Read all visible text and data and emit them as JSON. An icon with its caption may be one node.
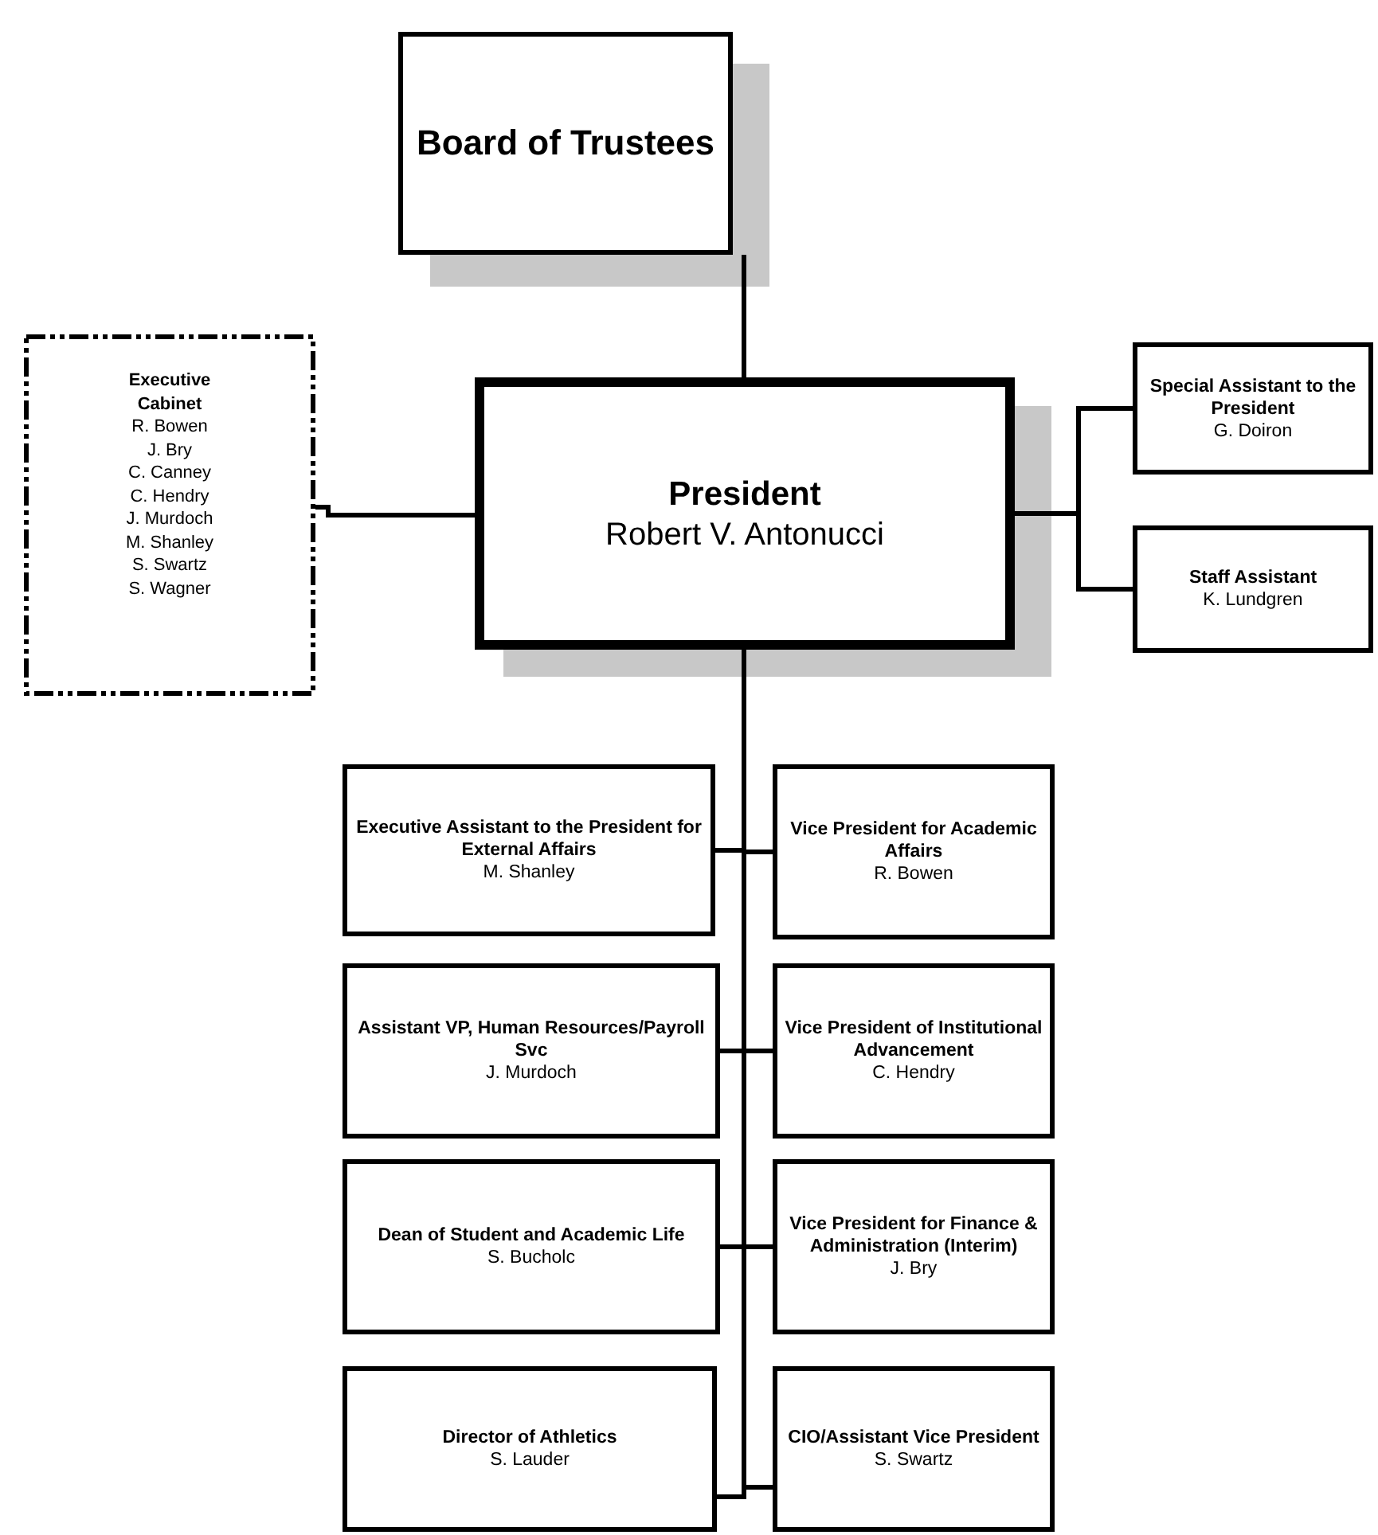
{
  "diagram": {
    "nodes": [
      {
        "text": [
          "Board of Trustees"
        ]
      },
      {
        "text": [
          "President",
          "Robert V. Antonucci"
        ]
      },
      {
        "text": [
          "Executive Cabinet",
          "R. Bowen",
          "J. Bry",
          "C. Canney",
          "C. Hendry",
          "J. Murdoch",
          "M. Shanley",
          "S. Swartz",
          "S. Wagner"
        ]
      },
      {
        "text": [
          "Special Assistant to the President",
          "G. Doiron"
        ]
      },
      {
        "text": [
          "Staff Assistant",
          "K. Lundgren"
        ]
      },
      {
        "text": [
          "Executive Assistant to the President for External Affairs",
          "M. Shanley"
        ]
      },
      {
        "text": [
          "Vice President for Academic Affairs",
          "R. Bowen"
        ]
      },
      {
        "text": [
          "Assistant VP, Human Resources/Payroll Svc",
          "J. Murdoch"
        ]
      },
      {
        "text": [
          "Vice President of Institutional Advancement",
          "C. Hendry"
        ]
      },
      {
        "text": [
          "Dean of Student and Academic Life",
          "S. Bucholc"
        ]
      },
      {
        "text": [
          "Vice President for Finance & Administration (Interim)",
          "J. Bry"
        ]
      },
      {
        "text": [
          "Director of Athletics",
          "S. Lauder"
        ]
      },
      {
        "text": [
          "CIO/Assistant Vice President",
          "S. Swartz"
        ]
      }
    ],
    "edges": [
      {
        "from": 0,
        "to": 1,
        "arrow": "none"
      },
      {
        "from": 1,
        "to": 2,
        "arrow": "none"
      },
      {
        "from": 1,
        "to": 3,
        "arrow": "none"
      },
      {
        "from": 1,
        "to": 4,
        "arrow": "none"
      },
      {
        "from": 1,
        "to": 5,
        "arrow": "none"
      },
      {
        "from": 1,
        "to": 6,
        "arrow": "none"
      },
      {
        "from": 1,
        "to": 7,
        "arrow": "none"
      },
      {
        "from": 1,
        "to": 8,
        "arrow": "none"
      },
      {
        "from": 1,
        "to": 9,
        "arrow": "none"
      },
      {
        "from": 1,
        "to": 10,
        "arrow": "none"
      },
      {
        "from": 1,
        "to": 11,
        "arrow": "none"
      },
      {
        "from": 1,
        "to": 12,
        "arrow": "none"
      }
    ]
  }
}
